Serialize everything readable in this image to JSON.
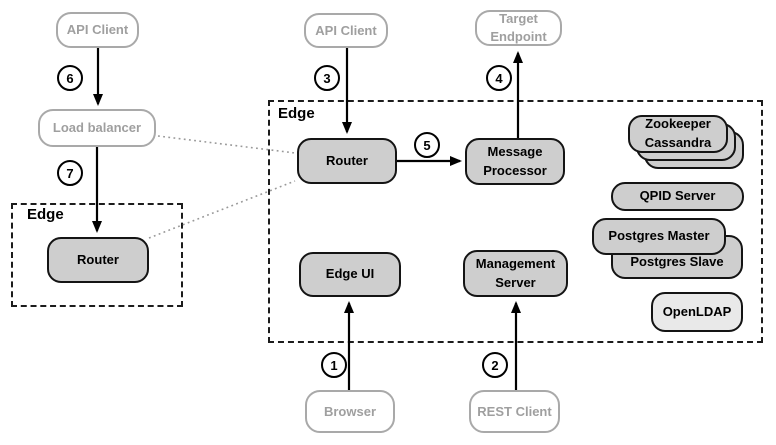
{
  "groups": {
    "left_label": "Edge",
    "main_label": "Edge"
  },
  "nodes": {
    "api_client_left": "API Client",
    "api_client_top": "API Client",
    "target_endpoint": "Target Endpoint",
    "load_balancer": "Load balancer",
    "router_left": "Router",
    "router_main": "Router",
    "message_processor": "Message Processor",
    "edge_ui": "Edge UI",
    "management_server": "Management Server",
    "browser": "Browser",
    "rest_client": "REST Client",
    "zookeeper_cassandra": "Zookeeper Cassandra",
    "qpid_server": "QPID Server",
    "postgres_master": "Postgres Master",
    "postgres_slave": "Postgres Slave",
    "openldap": "OpenLDAP"
  },
  "steps": [
    "1",
    "2",
    "3",
    "4",
    "5",
    "6",
    "7"
  ],
  "colors": {
    "internal_node_fill": "#cecece",
    "internal_node_border": "#141414",
    "openldap_fill": "#e9e9e9",
    "external_node_border": "#a9a9a9",
    "external_node_text": "#9f9f9f",
    "arrow": "#000000",
    "dotted_link": "#999999",
    "background": "#ffffff"
  }
}
